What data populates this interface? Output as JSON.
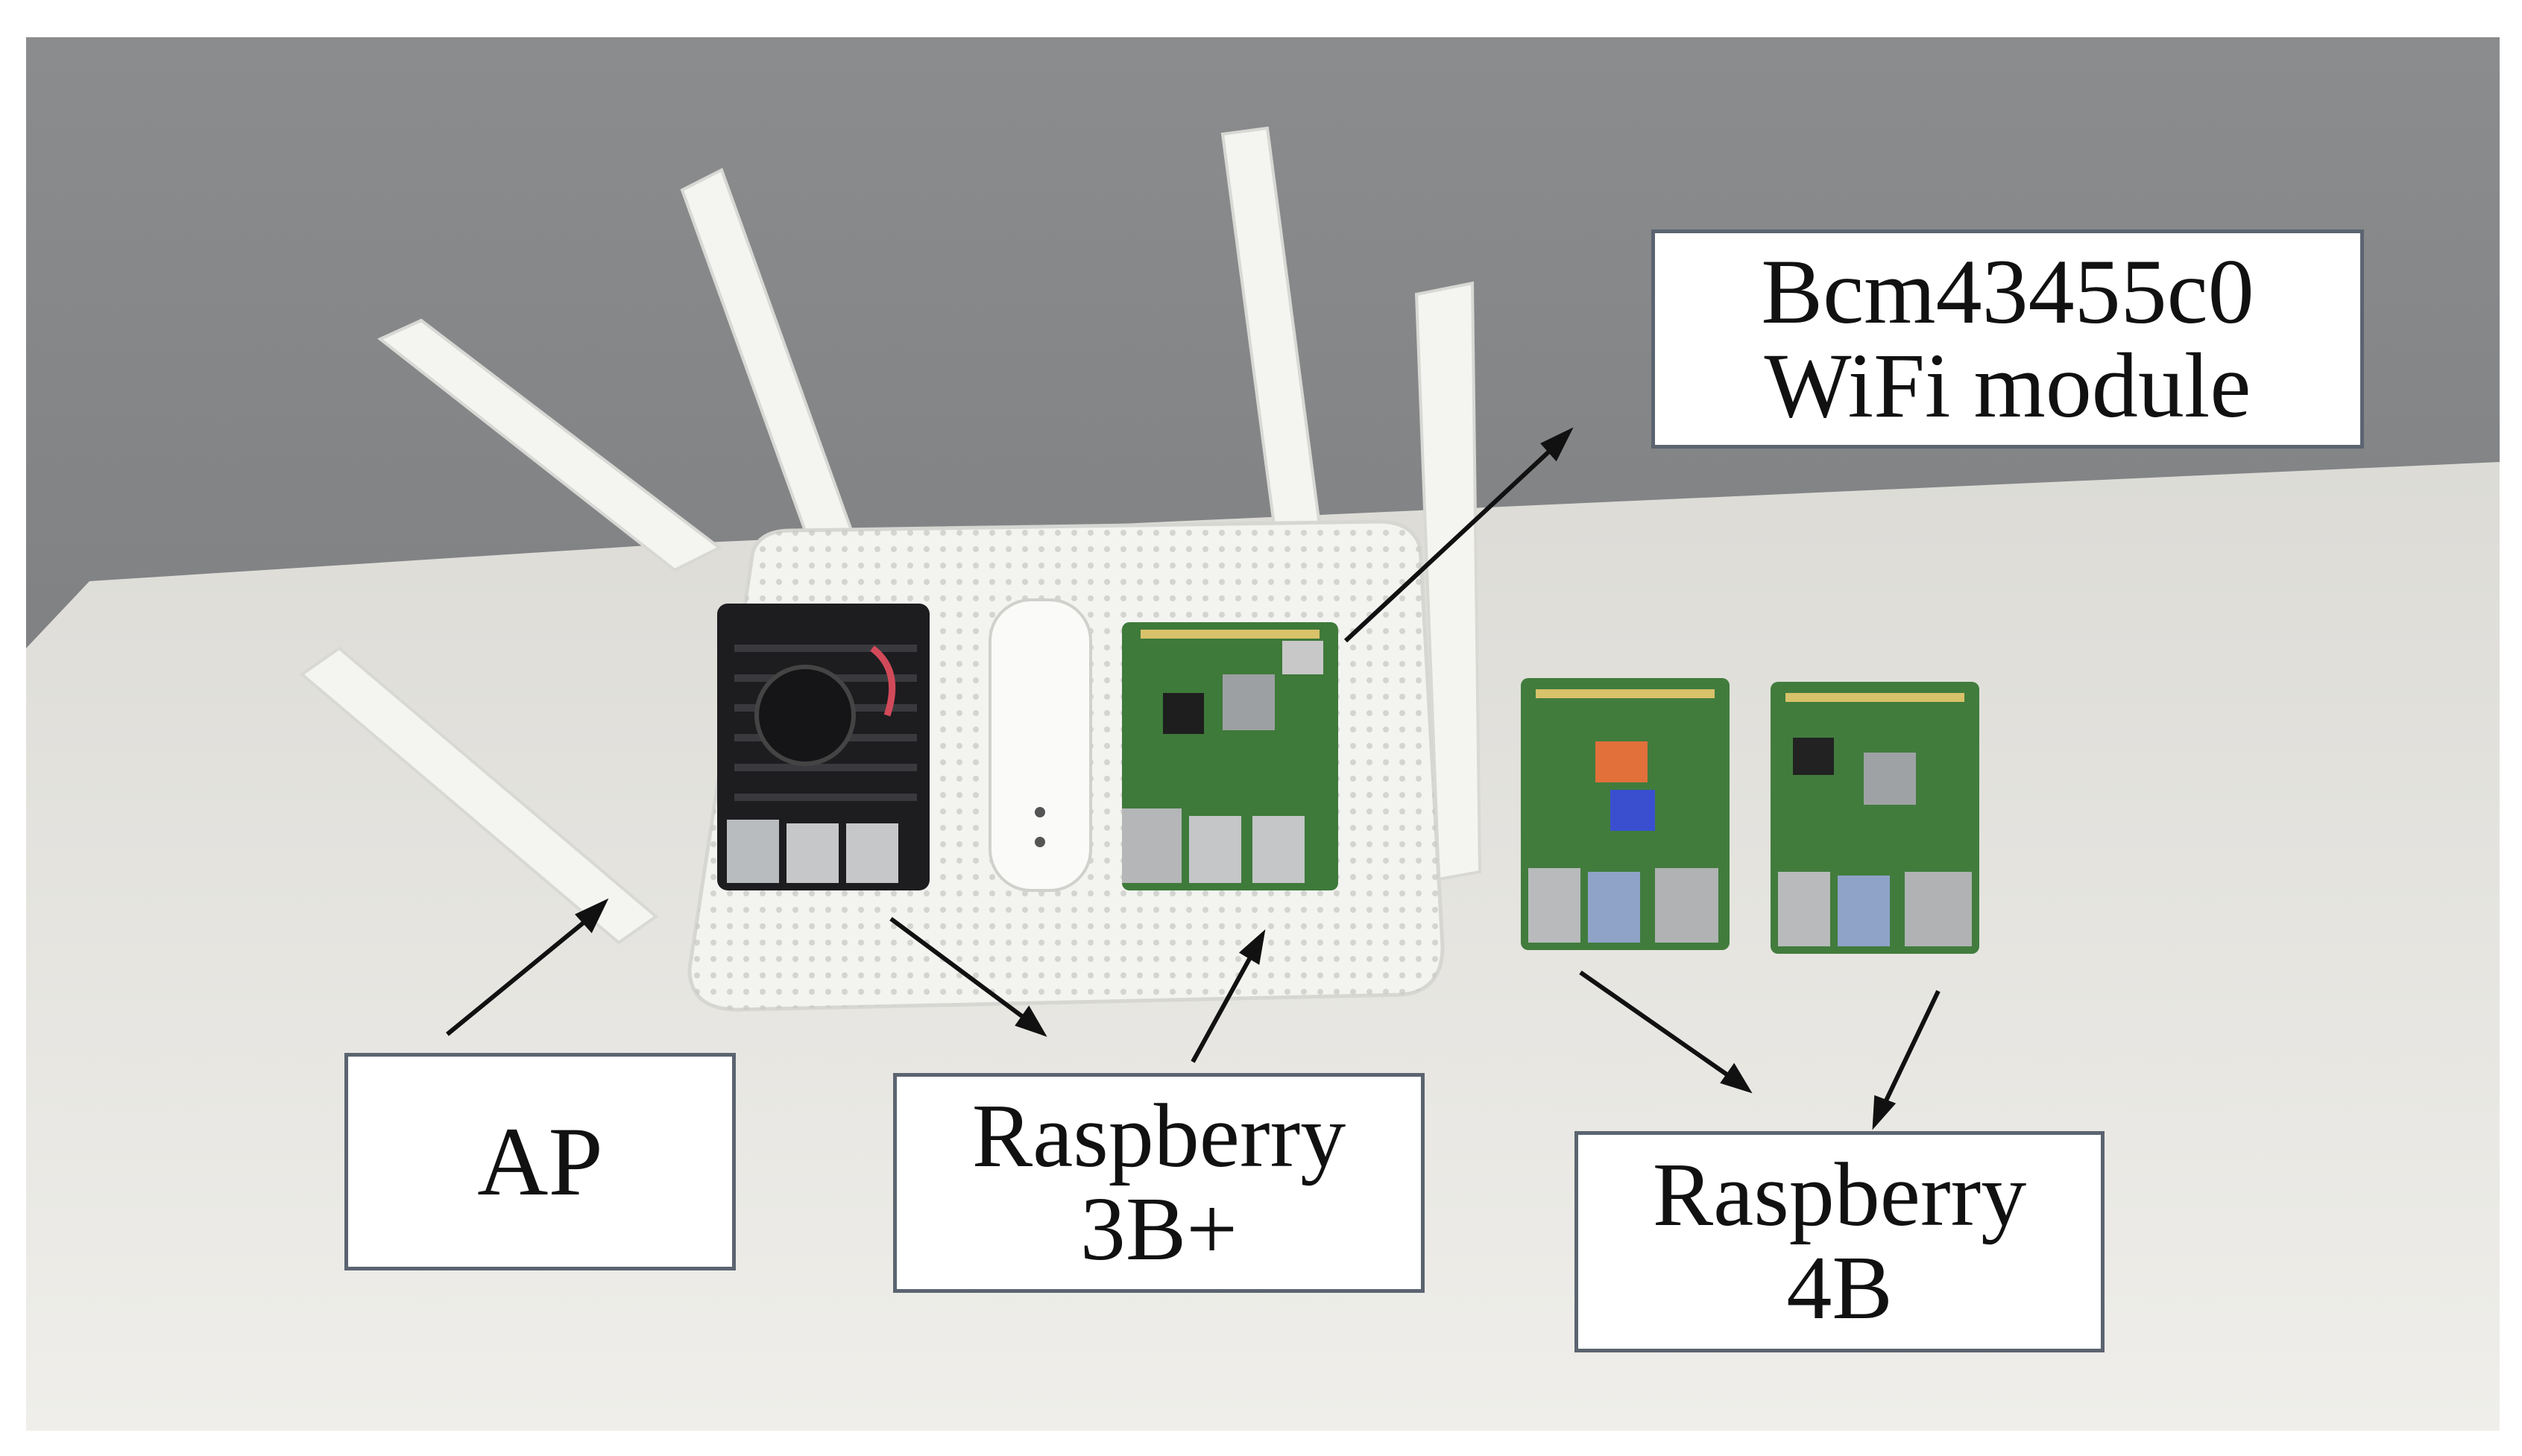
{
  "labels": {
    "ap": "AP",
    "bcm_line1": "Bcm43455c0",
    "bcm_line2": "WiFi module",
    "rpi3_line1": "Raspberry",
    "rpi3_line2": "3B+",
    "rpi4_line1": "Raspberry",
    "rpi4_line2": "4B"
  },
  "colors": {
    "wall": "#7d8082",
    "table": "#e8e7e2",
    "router": "#f2f2ef",
    "pcb_green": "#3f7a3a",
    "heatsink": "#1c1c1e",
    "box_border": "#5b6470"
  }
}
